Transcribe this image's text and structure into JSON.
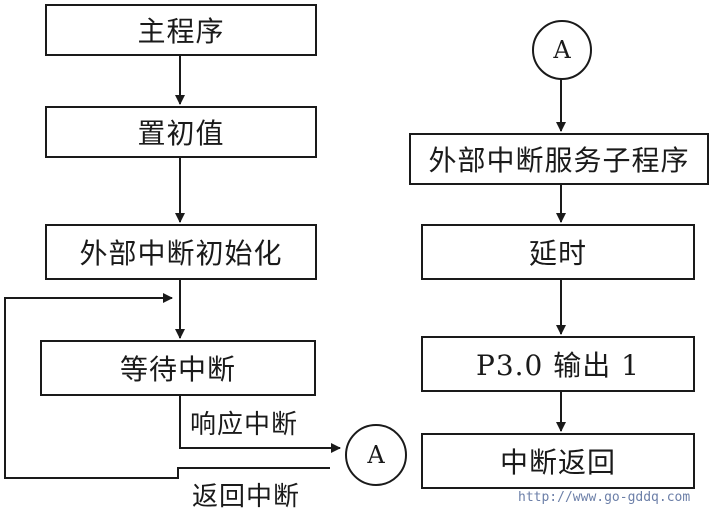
{
  "main_flow": {
    "main_program": "主程序",
    "set_initial": "置初值",
    "ext_interrupt_init": "外部中断初始化",
    "wait_interrupt": "等待中断",
    "respond_interrupt": "响应中断",
    "return_interrupt": "返回中断",
    "connector_out": "A"
  },
  "isr_flow": {
    "connector_in": "A",
    "isr": "外部中断服务子程序",
    "delay": "延时",
    "output": "P3.0 输出 1",
    "interrupt_return": "中断返回"
  },
  "watermark": "http://www.go-gddq.com"
}
